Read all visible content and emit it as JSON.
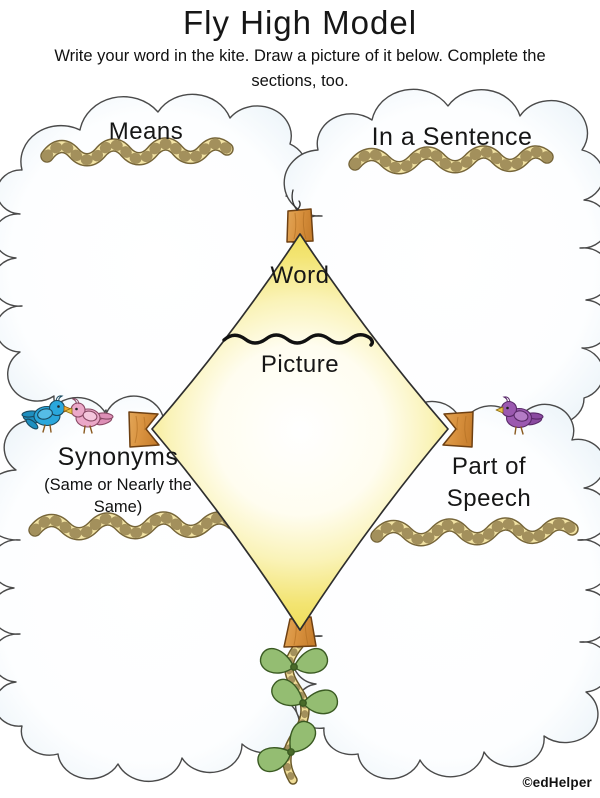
{
  "page": {
    "title": "Fly High Model",
    "instructions": "Write your word in the kite. Draw a picture of it below. Complete the sections, too.",
    "copyright": "©edHelper"
  },
  "sections": {
    "means": {
      "label": "Means"
    },
    "in_a_sentence": {
      "label": "In a Sentence"
    },
    "synonyms": {
      "label": "Synonyms",
      "sublabel": "(Same or Nearly the Same)"
    },
    "part_of_speech": {
      "label": "Part of Speech"
    }
  },
  "kite": {
    "word_label": "Word",
    "picture_label": "Picture"
  },
  "colors": {
    "cloud_edge": "#d9e8f2",
    "kite_yellow": "#eeda4e",
    "wood_orange": "#d9923f",
    "ribbon_yellow": "#f2e3a4",
    "bow_green": "#94bd72",
    "bird_blue": "#2aa7dc",
    "bird_pink": "#eba8c8",
    "bird_purple": "#9b59b0"
  }
}
